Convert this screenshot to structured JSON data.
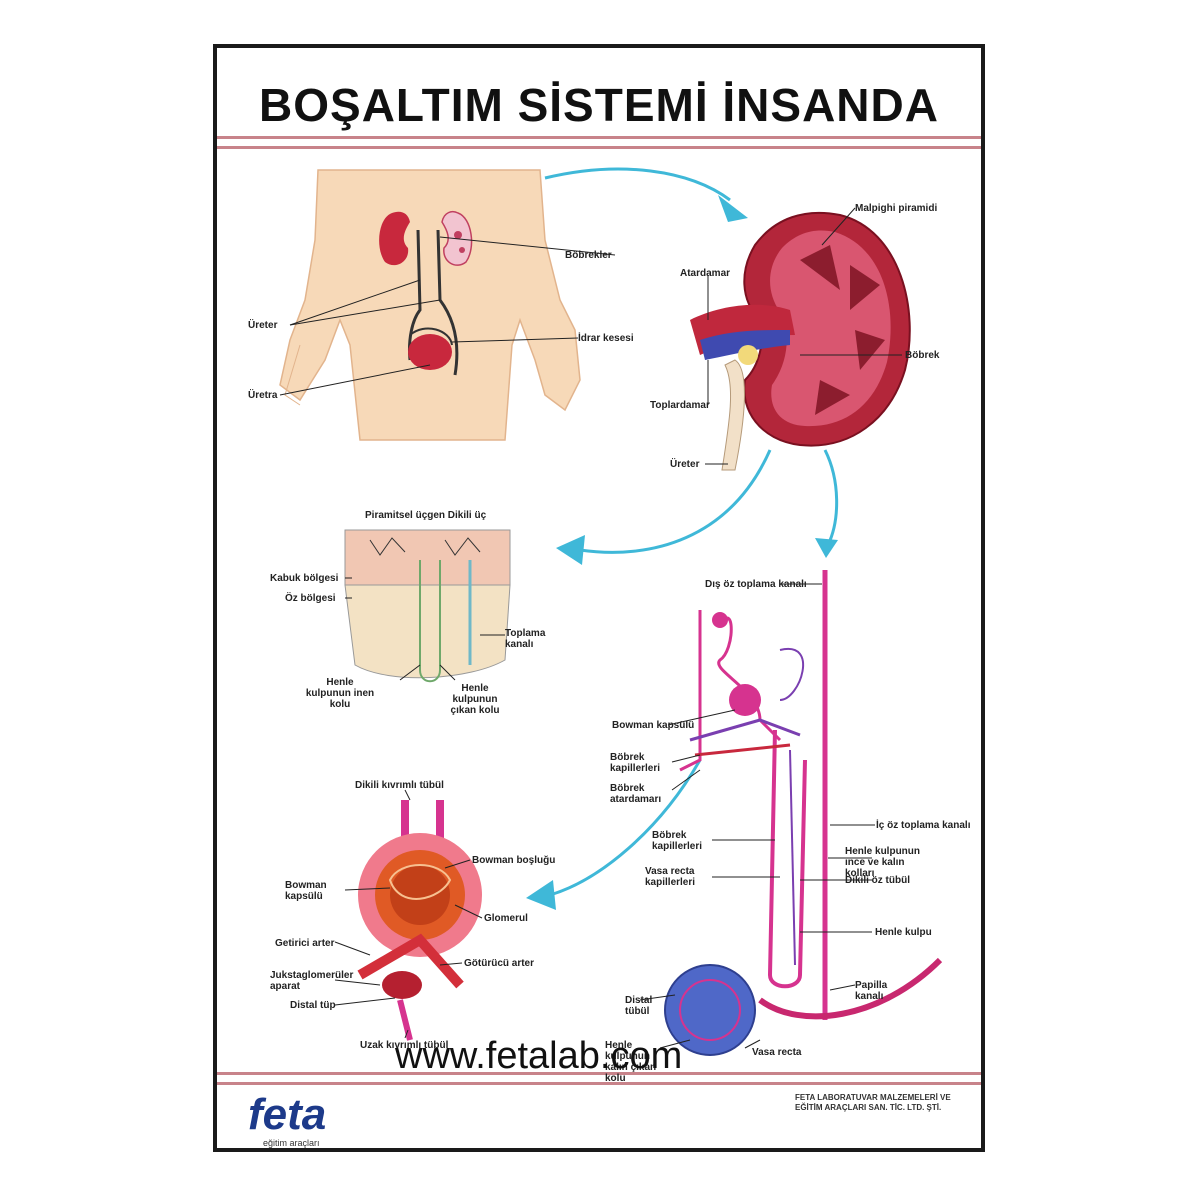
{
  "title": "BOŞALTIM SİSTEMİ İNSANDA",
  "website": "www.fetalab.com",
  "logo": {
    "text": "feta",
    "tagline": "eğitim araçları"
  },
  "publisher": {
    "line1": "FETA LABORATUVAR MALZEMELERİ VE",
    "line2": "EĞİTİM ARAÇLARI SAN. TİC. LTD. ŞTİ."
  },
  "colors": {
    "border": "#1a1a1a",
    "rule": "#c8838a",
    "arrow": "#3fb8d8",
    "kidney": "#b3263a",
    "nephron": "#d6338f",
    "skin": "#f7d9b8"
  },
  "labels": {
    "body": {
      "kidneys": "Böbrekler",
      "ureters": "Üreter",
      "bladder": "İdrar kesesi",
      "urethra": "Üretra"
    },
    "kidney": {
      "pyramid": "Malpighi piramidi",
      "renal_artery": "Atardamar",
      "pelvis": "Böbrek",
      "renal_vein": "Toplardamar",
      "ureter": "Üreter"
    },
    "section": {
      "header": "Piramitsel üçgen    Dikili üç",
      "cortex": "Kabuk bölgesi",
      "medulla": "Öz bölgesi",
      "collecting": "Toplama kanalı",
      "henle_desc": "Henle kulpunun inen kolu",
      "henle_asc": "Henle kulpunun çıkan kolu"
    },
    "nephron": {
      "collecting_top": "Dış öz toplama kanalı",
      "bowman": "Bowman kapsülü",
      "efferent": "Böbrek kapillerleri",
      "afferent": "Böbrek atardamarı",
      "collecting_duct": "İç öz toplama kanalı",
      "capillaries": "Böbrek kapillerleri",
      "vasa_recta": "Vasa recta kapillerleri",
      "henle_thin": "Henle kulpunun ince ve kalın kolları",
      "distal": "Dikili öz tübül",
      "henle_loop": "Henle kulpu",
      "papilla": "Papilla kanalı",
      "dct": "Distal tübül",
      "henle_asc_thick": "Henle kulpunun kalın çıkan kolu",
      "vasa": "Vasa recta"
    },
    "glomerulus": {
      "proximal_top": "Dikili kıvrımlı tübül",
      "bowman_space": "Bowman boşluğu",
      "bowman_capsule": "Bowman kapsülü",
      "glomerulus": "Glomerul",
      "afferent": "Getirici arter",
      "efferent": "Götürücü arter",
      "juxta": "Jukstaglomerüler aparat",
      "macula": "Distal tüp",
      "proximal_bottom": "Uzak kıvrımlı tübül"
    }
  }
}
